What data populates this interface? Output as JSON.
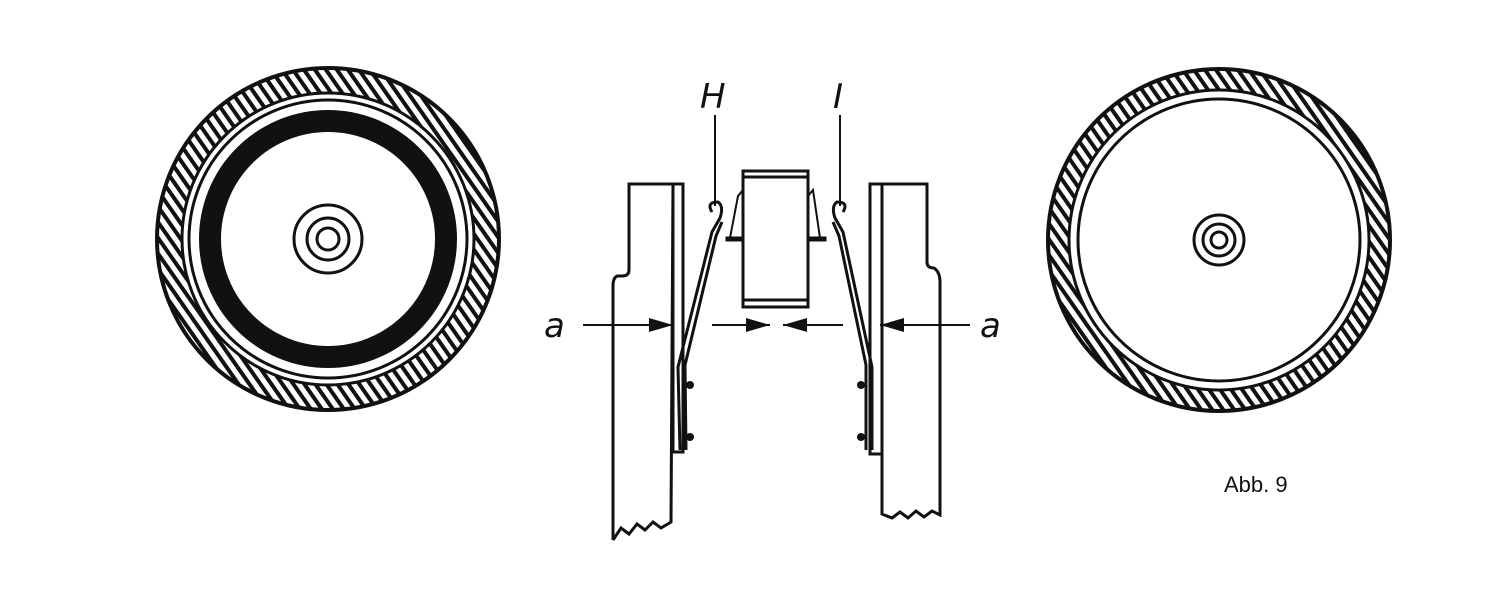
{
  "figure": {
    "caption": "Abb. 9",
    "labels": {
      "spring_left": "H",
      "spring_right": "I",
      "gap_left": "a",
      "gap_right": "a"
    },
    "colors": {
      "ink": "#111111",
      "background": "#ffffff"
    }
  }
}
